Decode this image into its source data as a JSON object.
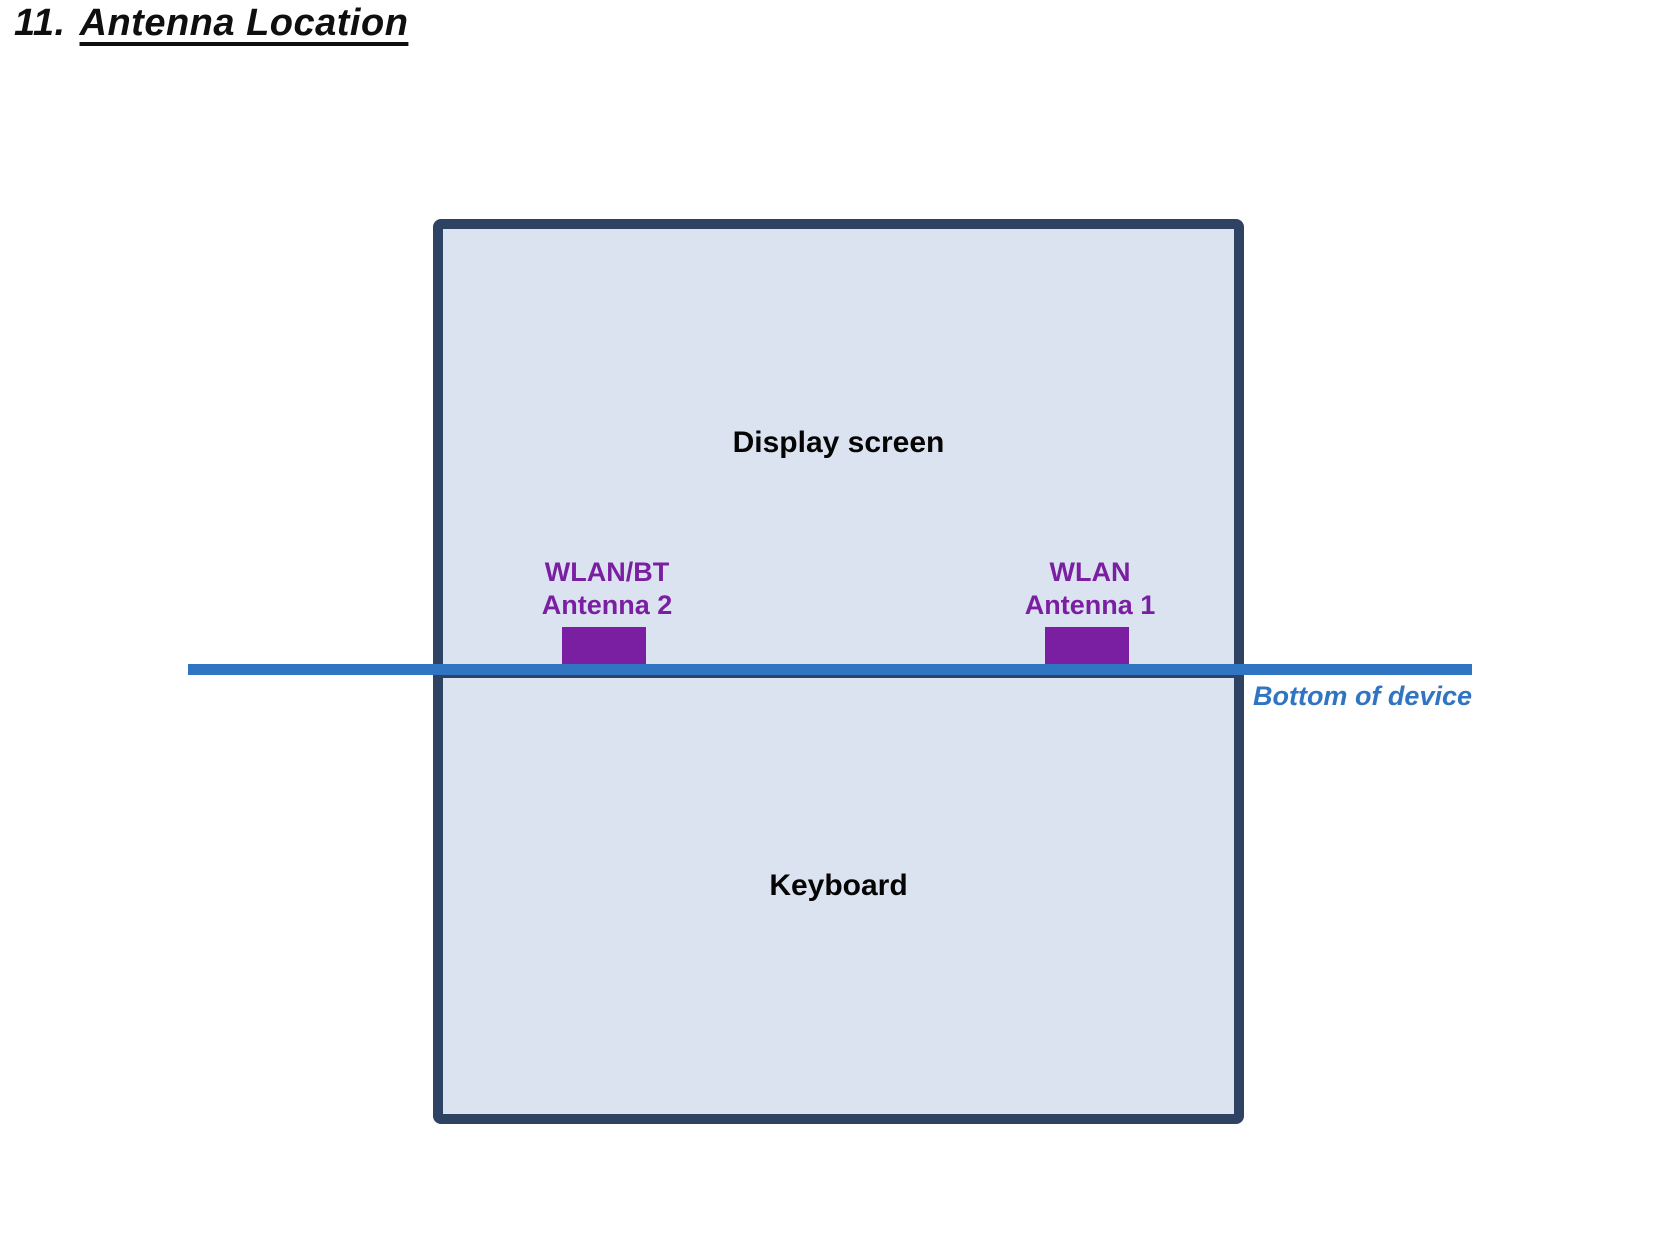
{
  "title": {
    "number": "11.",
    "text": "Antenna Location"
  },
  "diagram": {
    "device": {
      "display_label": "Display screen",
      "keyboard_label": "Keyboard",
      "fill_color": "#dce3f0",
      "border_color": "#2e4263"
    },
    "antennas": [
      {
        "label_line1": "WLAN/BT",
        "label_line2": "Antenna 2",
        "color": "#7a1fa2"
      },
      {
        "label_line1": "WLAN",
        "label_line2": "Antenna 1",
        "color": "#7a1fa2"
      }
    ],
    "bottom_line": {
      "label": "Bottom of device",
      "color": "#2f75c1"
    }
  }
}
